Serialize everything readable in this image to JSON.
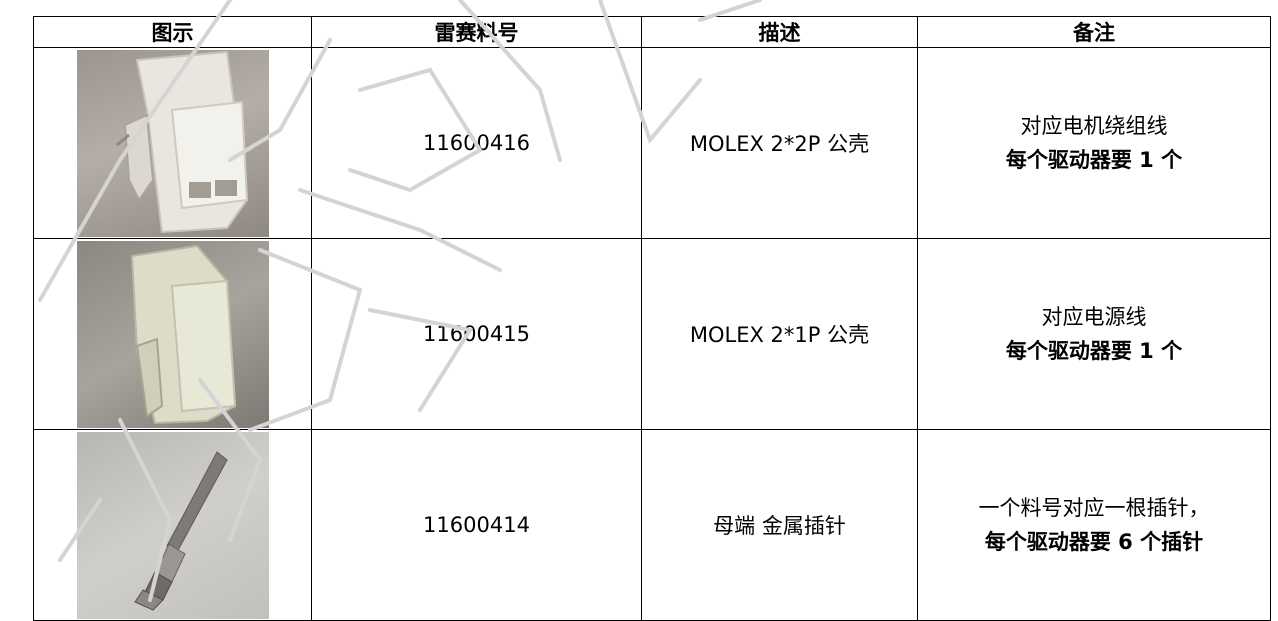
{
  "headers": [
    "图示",
    "雷赛料号",
    "描述",
    "备注"
  ],
  "rows": [
    {
      "part_no": "11600416",
      "description": "MOLEX 2*2P  公壳",
      "remark_line1": "对应电机绕组线",
      "remark_line2": "每个驱动器要 1 个",
      "photo_icon": "molex-2x2p-housing-photo"
    },
    {
      "part_no": "11600415",
      "description": "MOLEX 2*1P  公壳",
      "remark_line1": "对应电源线",
      "remark_line2": "每个驱动器要 1 个",
      "photo_icon": "molex-2x1p-housing-photo"
    },
    {
      "part_no": "11600414",
      "description": "母端  金属插针",
      "remark_line1": "一个料号对应一根插针，",
      "remark_line2": "每个驱动器要 6 个插针",
      "photo_icon": "metal-pin-photo"
    }
  ]
}
